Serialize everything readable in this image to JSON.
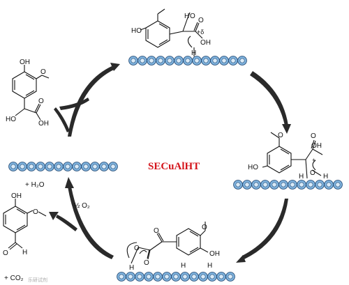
{
  "title": "SECuAlHT",
  "labels": {
    "ho": "HO",
    "oh": "OH",
    "o": "O",
    "h": "H",
    "delta_plus": "+δ",
    "plus": "+",
    "plus_h2o": "+ H₂O",
    "half_o2": "½ O₂",
    "plus_co2": "+ CO₂"
  },
  "watermark": "乐研试剂"
}
